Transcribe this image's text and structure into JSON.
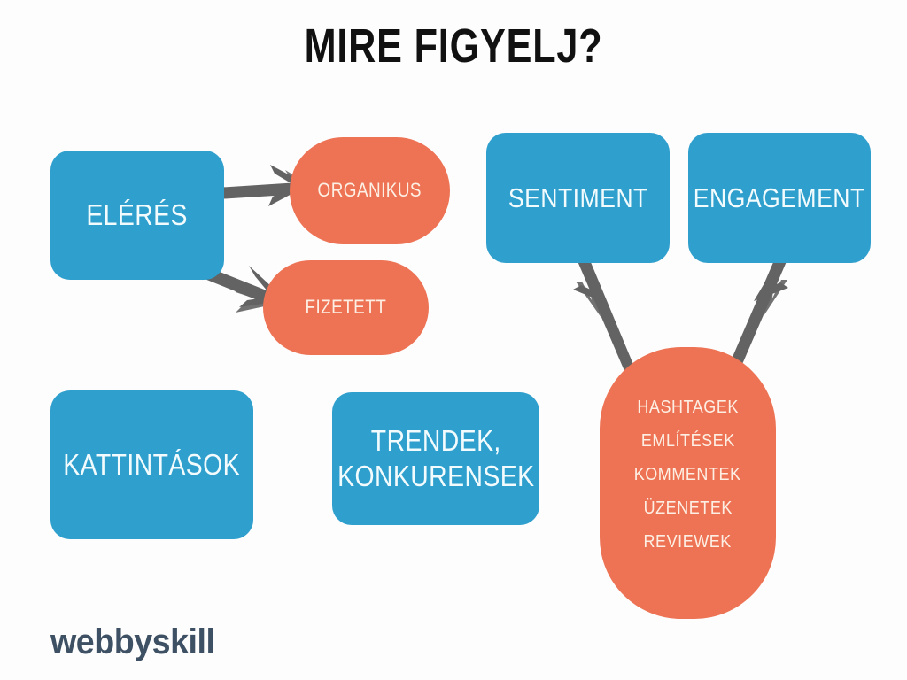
{
  "slide": {
    "title": "MIRE FIGYELJ?",
    "background_color": "#fdfdfd",
    "accent_blue": "#2f9fcd",
    "accent_orange": "#ed7354",
    "blue_text_color": "#f2fbfd",
    "orange_text_color": "#fdefe4",
    "arrow_color": "#636363",
    "title_color": "#111111"
  },
  "nodes": {
    "eleres": {
      "label": "ELÉRÉS",
      "color": "#2f9fcd",
      "shape": "rounded-rect"
    },
    "organikus": {
      "label": "ORGANIKUS",
      "color": "#ed7354",
      "shape": "pill"
    },
    "fizetett": {
      "label": "FIZETETT",
      "color": "#ed7354",
      "shape": "pill"
    },
    "sentiment": {
      "label": "SENTIMENT",
      "color": "#2f9fcd",
      "shape": "rounded-rect"
    },
    "engagement": {
      "label": "ENGAGEMENT",
      "color": "#2f9fcd",
      "shape": "rounded-rect"
    },
    "kattintasok": {
      "label": "KATTINTÁSOK",
      "color": "#2f9fcd",
      "shape": "rounded-rect"
    },
    "trendek": {
      "label": "TRENDEK,\nKONKURENSEK",
      "color": "#2f9fcd",
      "shape": "rounded-rect"
    }
  },
  "list_pill": {
    "color": "#ed7354",
    "items": [
      "HASHTAGEK",
      "EMLÍTÉSEK",
      "KOMMENTEK",
      "ÜZENETEK",
      "REVIEWEK"
    ]
  },
  "arrows": [
    {
      "name": "eleres-to-organikus",
      "from": "eleres",
      "to": "organikus",
      "direction": "right"
    },
    {
      "name": "eleres-to-fizetett",
      "from": "eleres",
      "to": "fizetett",
      "direction": "down-right"
    },
    {
      "name": "lista-to-sentiment",
      "from": "list_pill",
      "to": "sentiment",
      "direction": "up-left"
    },
    {
      "name": "lista-to-engagement",
      "from": "list_pill",
      "to": "engagement",
      "direction": "up-right"
    }
  ],
  "logo": {
    "text": "webbyskill",
    "color": "#3e5063"
  }
}
